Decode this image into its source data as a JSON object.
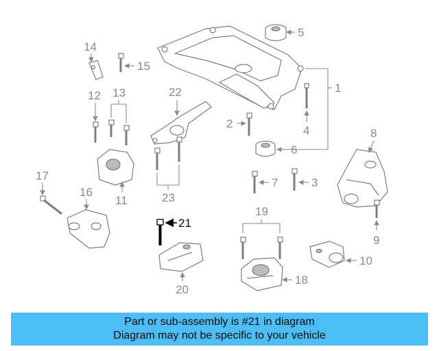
{
  "callouts": {
    "c1": "1",
    "c2": "2",
    "c3": "3",
    "c4": "4",
    "c5": "5",
    "c6": "6",
    "c7": "7",
    "c8": "8",
    "c9": "9",
    "c10": "10",
    "c11": "11",
    "c12": "12",
    "c13": "13",
    "c14": "14",
    "c15": "15",
    "c16": "16",
    "c17": "17",
    "c18": "18",
    "c19": "19",
    "c20": "20",
    "c21": "21",
    "c22": "22",
    "c23": "23"
  },
  "highlighted_part": "21",
  "colors": {
    "banner": "#4dbef5",
    "callout_normal": "#8a8a8a",
    "callout_active": "#000000"
  },
  "banner": {
    "line1": "Part or sub-assembly is #21 in diagram",
    "line2": "Diagram may not be specific to your vehicle"
  }
}
